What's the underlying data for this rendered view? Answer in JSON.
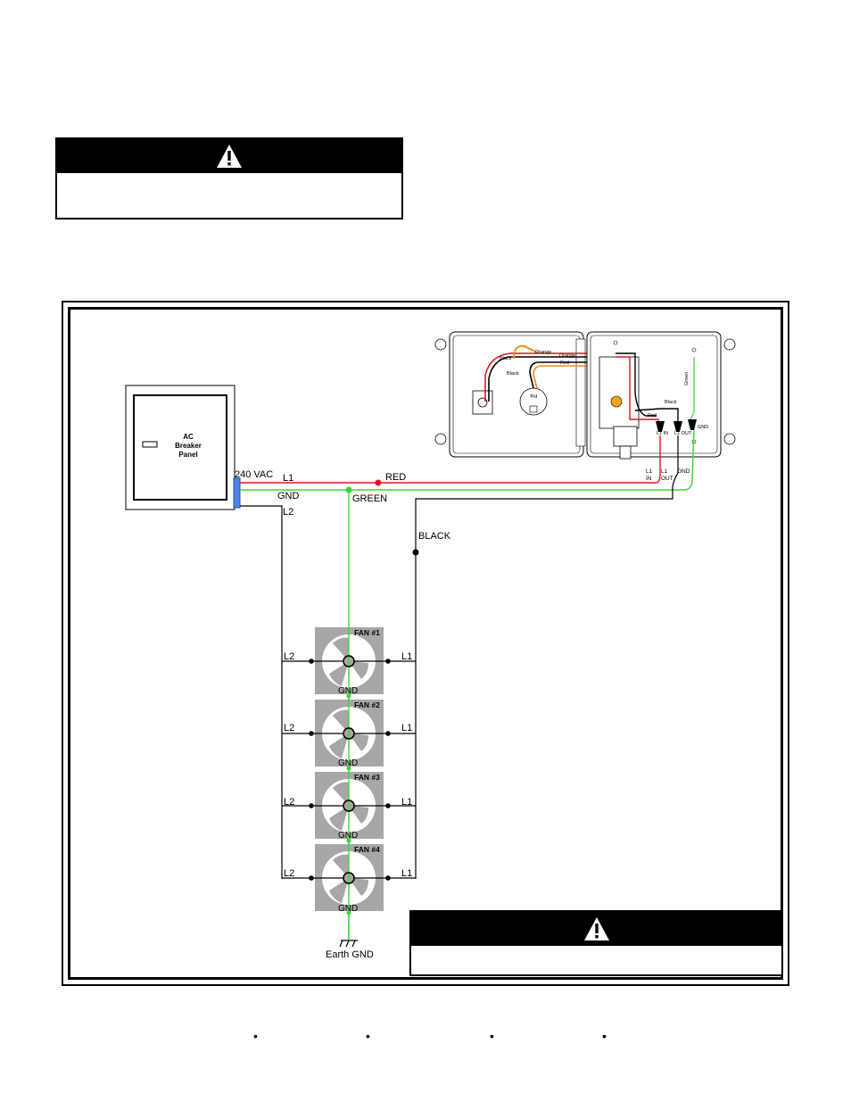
{
  "breaker_panel": {
    "line1": "AC",
    "line2": "Breaker",
    "line3": "Panel"
  },
  "labels": {
    "vac": "240 VAC",
    "l1": "L1",
    "l2": "L2",
    "gnd": "GND",
    "red": "RED",
    "green": "GREEN",
    "black": "BLACK",
    "earth_gnd": "Earth GND"
  },
  "fans": [
    {
      "label": "FAN #1"
    },
    {
      "label": "FAN #2"
    },
    {
      "label": "FAN #3"
    },
    {
      "label": "FAN #4"
    }
  ],
  "controller": {
    "wire_labels": [
      "Orange",
      "Orange",
      "Red",
      "Black",
      "Black",
      "Red",
      "Green",
      "Black"
    ],
    "terminals": {
      "l1_in": "L1 IN",
      "l1_out": "L1 OUT",
      "gnd": "GND"
    },
    "bottom_terminals": [
      {
        "top": "L1",
        "bottom": "IN"
      },
      {
        "top": "L1",
        "bottom": "OUT"
      },
      {
        "top": "GND",
        "bottom": ""
      }
    ],
    "sensor_text": "Pdc"
  },
  "colors": {
    "red_wire": "#e0141e",
    "green_wire": "#3ad63a",
    "black_wire": "#000000",
    "fan_gray": "#a7a7a7",
    "orange_wire": "#f08a1e",
    "connector_blue": "#4a84e8"
  }
}
